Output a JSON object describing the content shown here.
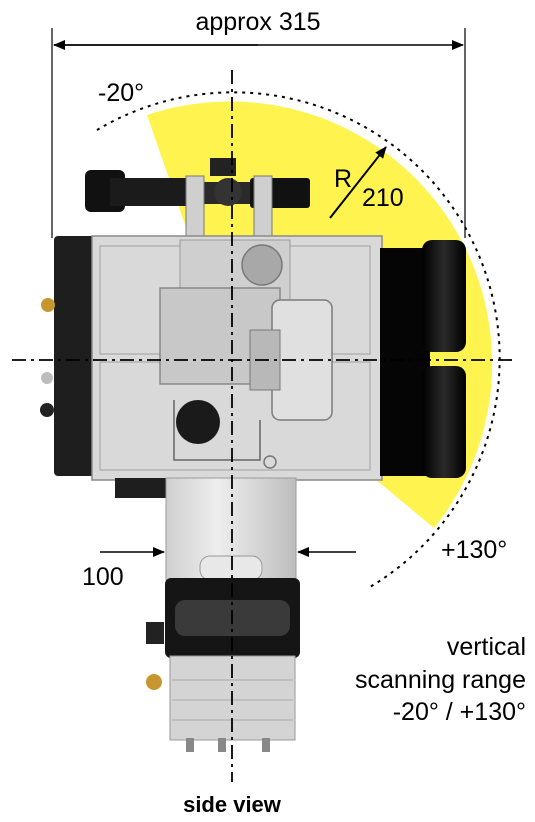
{
  "dimensions": {
    "width_label": "approx 315",
    "radius_label_r": "R",
    "radius_label_value": "210",
    "mount_width_label": "100"
  },
  "angles": {
    "start_label": "-20°",
    "end_label": "+130°"
  },
  "scan_range": {
    "line1": "vertical",
    "line2": "scanning range",
    "line3": "-20° / +130°"
  },
  "caption": "side view",
  "colors": {
    "scan_area": "#fff44f",
    "body_light": "#d9d9d9",
    "body_mid": "#b8b8b8",
    "body_dark": "#1e1e1e",
    "brass": "#c8962e",
    "line": "#000000"
  }
}
